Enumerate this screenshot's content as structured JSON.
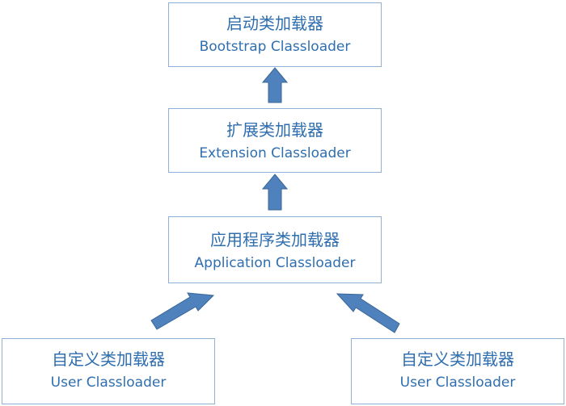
{
  "diagram": {
    "nodes": {
      "bootstrap": {
        "zh": "启动类加载器",
        "en": "Bootstrap Classloader"
      },
      "extension": {
        "zh": "扩展类加载器",
        "en": "Extension Classloader"
      },
      "application": {
        "zh": "应用程序类加载器",
        "en": "Application Classloader"
      },
      "user_left": {
        "zh": "自定义类加载器",
        "en": "User Classloader"
      },
      "user_right": {
        "zh": "自定义类加载器",
        "en": "User Classloader"
      }
    },
    "edges": [
      {
        "from": "extension",
        "to": "bootstrap"
      },
      {
        "from": "application",
        "to": "extension"
      },
      {
        "from": "user_left",
        "to": "application"
      },
      {
        "from": "user_right",
        "to": "application"
      }
    ],
    "colors": {
      "arrow_fill": "#4f81bd",
      "arrow_stroke": "#3a6797",
      "box_border": "#8fb1d6",
      "text": "#2f6eaf"
    }
  }
}
